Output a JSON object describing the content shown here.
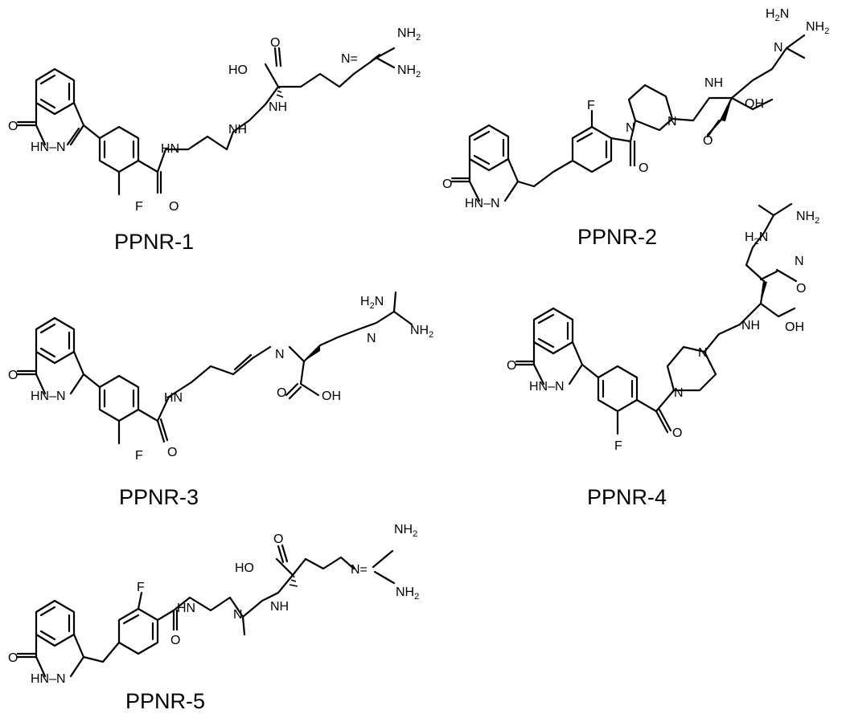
{
  "compounds": [
    {
      "name": "PPNR-1"
    },
    {
      "name": "PPNR-2"
    },
    {
      "name": "PPNR-3"
    },
    {
      "name": "PPNR-4"
    },
    {
      "name": "PPNR-5"
    }
  ],
  "atom_labels": {
    "O": "O",
    "HN_N": "HN–N",
    "F": "F",
    "HN": "HN",
    "NH": "NH",
    "N": "N",
    "N_eq": "N=",
    "H2N": "H",
    "NH2_N": "NH",
    "sub2": "2",
    "OH": "OH",
    "HO": "HO"
  }
}
